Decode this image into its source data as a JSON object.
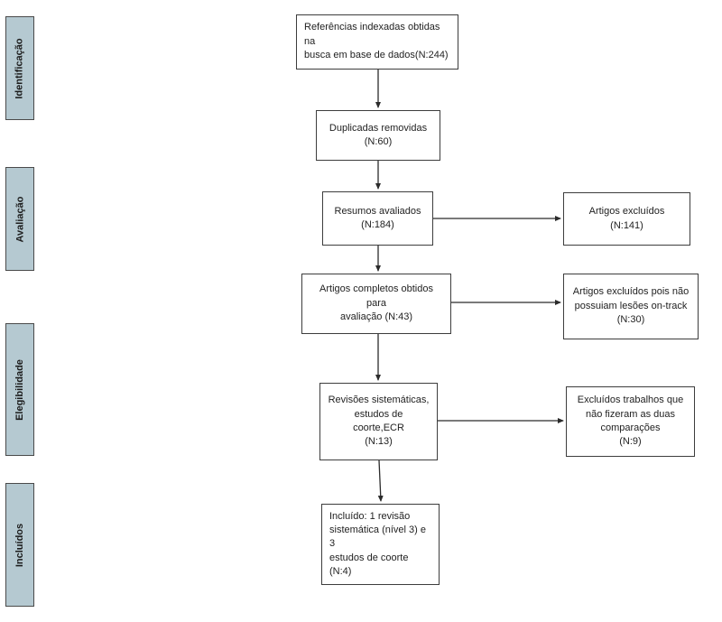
{
  "diagram_type": "flowchart",
  "colors": {
    "stage_fill": "#b5c9d1",
    "stage_border": "#4a4a4a",
    "box_border": "#3d3d3d",
    "arrow": "#2b2b2b"
  },
  "sidebar": {
    "stages": [
      {
        "label": "Identificação"
      },
      {
        "label": "Avaliação"
      },
      {
        "label": "Elegibilidade"
      },
      {
        "label": "Incluídos"
      }
    ]
  },
  "flow": {
    "main_boxes": [
      {
        "id": "referencias",
        "text": "Referências indexadas obtidas na\nbusca em base de dados(N:244)"
      },
      {
        "id": "duplicadas",
        "text": "Duplicadas removidas\n(N:60)"
      },
      {
        "id": "resumos",
        "text": "Resumos avaliados\n(N:184)"
      },
      {
        "id": "artigos-completos",
        "text": "Artigos completos obtidos para\navaliação (N:43)"
      },
      {
        "id": "revisoes",
        "text": "Revisões sistemáticas,\nestudos de coorte,ECR\n(N:13)"
      },
      {
        "id": "incluido",
        "text": "Incluído: 1 revisão\nsistemática (nível 3) e 3\nestudos de coorte (N:4)"
      }
    ],
    "side_boxes": [
      {
        "id": "excluidos-141",
        "text": "Artigos excluídos (N:141)"
      },
      {
        "id": "excluidos-30",
        "text": "Artigos excluídos pois não\npossuiam lesões on-track\n(N:30)"
      },
      {
        "id": "excluidos-9",
        "text": "Excluídos trabalhos que\nnão fizeram as duas\ncomparações\n(N:9)"
      }
    ]
  }
}
